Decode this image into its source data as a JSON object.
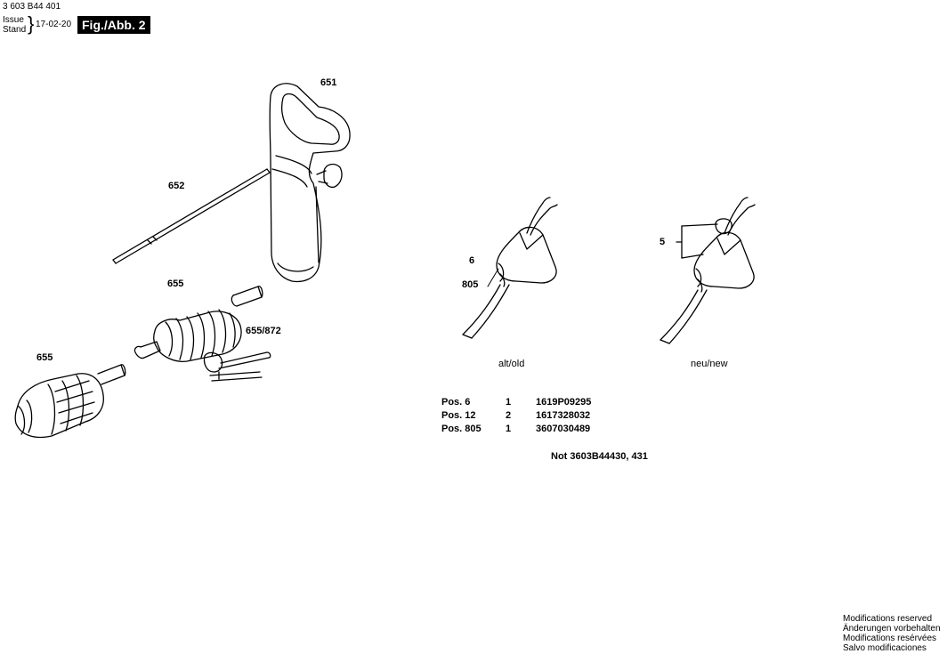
{
  "header": {
    "doc_number": "3 603 B44 401",
    "issue_label": "Issue",
    "stand_label": "Stand",
    "date": "17-02-20",
    "figure_label": "Fig./Abb. 2"
  },
  "callouts": {
    "handle": "651",
    "depth_rod": "652",
    "chuck_upper": "655",
    "chuck_key": "655/872",
    "chuck_lower": "655",
    "cable_old_6": "6",
    "cable_old_805": "805",
    "cable_new_5": "5"
  },
  "captions": {
    "old": "alt/old",
    "new": "neu/new"
  },
  "positions": [
    {
      "pos": "Pos. 6",
      "qty": "1",
      "part": "1619P09295"
    },
    {
      "pos": "Pos. 12",
      "qty": "2",
      "part": "1617328032"
    },
    {
      "pos": "Pos. 805",
      "qty": "1",
      "part": "3607030489"
    }
  ],
  "note": "Not 3603B44430, 431",
  "modifications": [
    "Modifications reserved",
    "Änderungen vorbehalten",
    "Modifications resérvées",
    "Salvo modificaciones"
  ]
}
